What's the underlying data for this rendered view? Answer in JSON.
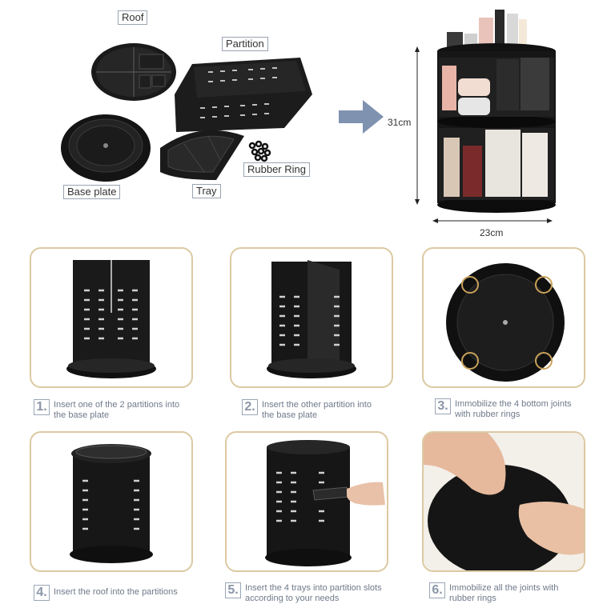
{
  "parts": {
    "roof": "Roof",
    "partition": "Partition",
    "base_plate": "Base plate",
    "tray": "Tray",
    "rubber_ring": "Rubber Ring"
  },
  "dimensions": {
    "height": "31cm",
    "width": "23cm"
  },
  "steps": [
    {
      "number": "1.",
      "text": "Insert one of the 2 partitions into the base plate"
    },
    {
      "number": "2.",
      "text": "Insert the other partition into the base plate"
    },
    {
      "number": "3.",
      "text": "Immobilize the 4 bottom joints with rubber rings"
    },
    {
      "number": "4.",
      "text": "Insert the roof into the partitions"
    },
    {
      "number": "5.",
      "text": "Insert the 4 trays into partition slots according to your needs"
    },
    {
      "number": "6.",
      "text": "Immobilize all the joints with rubber rings"
    }
  ],
  "colors": {
    "panel_border": "#dcc9a2",
    "arrow": "#7f93b0",
    "product": "#111111"
  },
  "icons": [
    "arrow-right-icon"
  ]
}
